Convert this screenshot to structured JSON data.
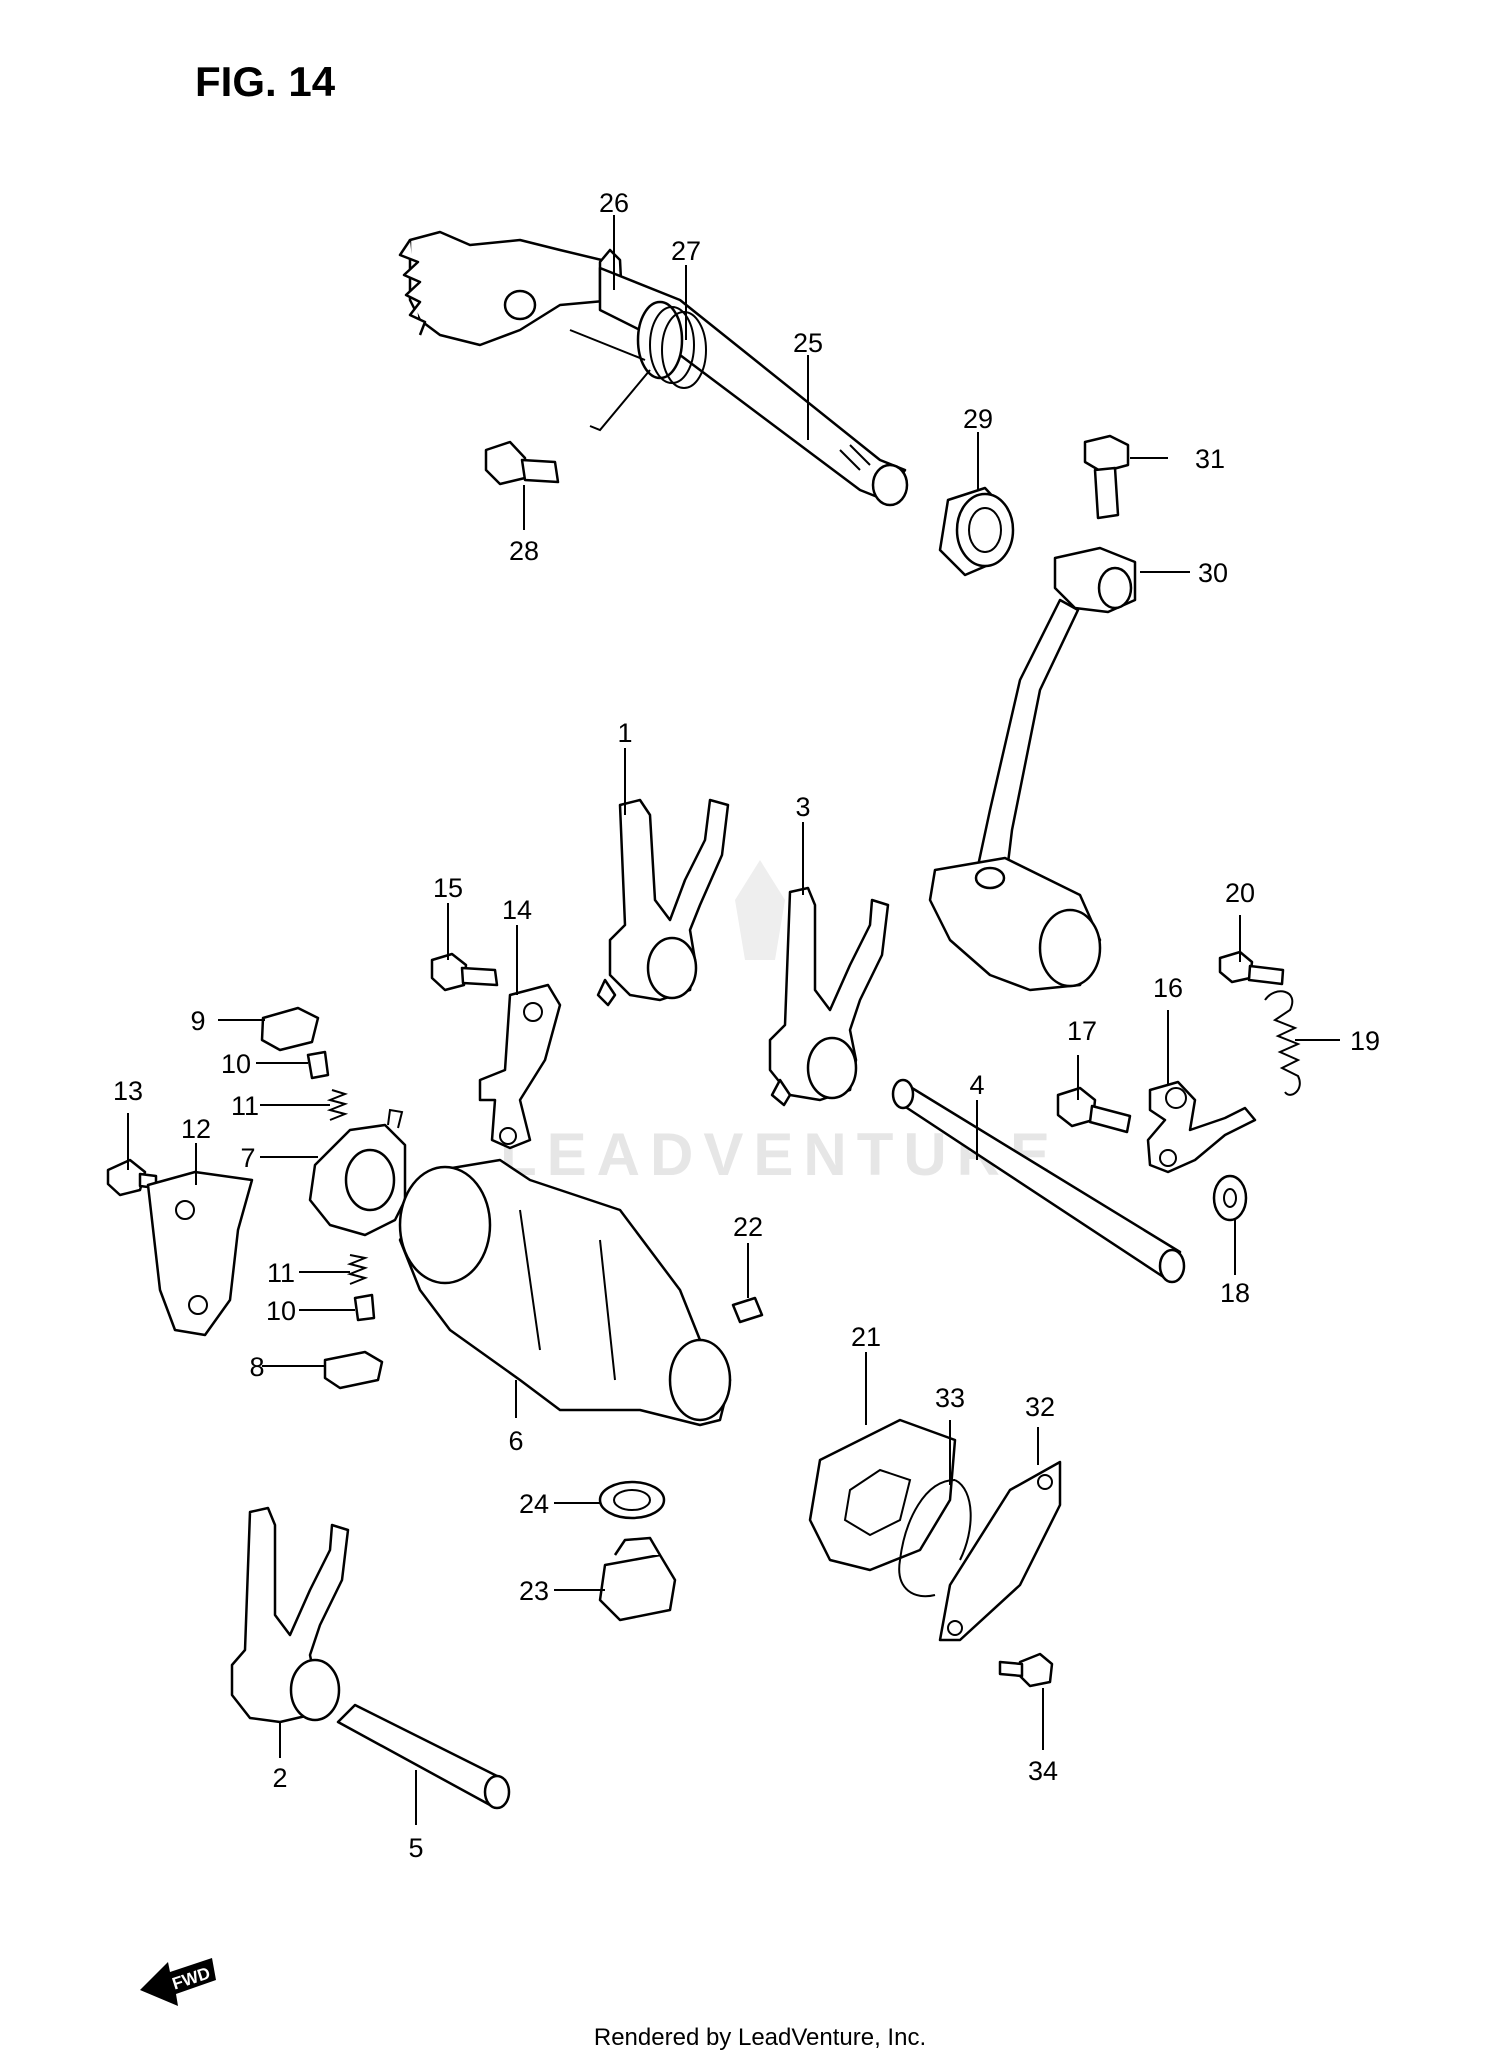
{
  "figure": {
    "title": "FIG. 14"
  },
  "watermark": "LEADVENTURE",
  "fwd_label": "FWD",
  "footer": "Rendered by LeadVenture, Inc.",
  "callouts": [
    "1",
    "2",
    "3",
    "4",
    "5",
    "6",
    "7",
    "8",
    "9",
    "10",
    "10",
    "11",
    "11",
    "12",
    "13",
    "14",
    "15",
    "16",
    "17",
    "18",
    "19",
    "20",
    "21",
    "22",
    "23",
    "24",
    "25",
    "26",
    "27",
    "28",
    "29",
    "30",
    "31",
    "32",
    "33",
    "34"
  ]
}
